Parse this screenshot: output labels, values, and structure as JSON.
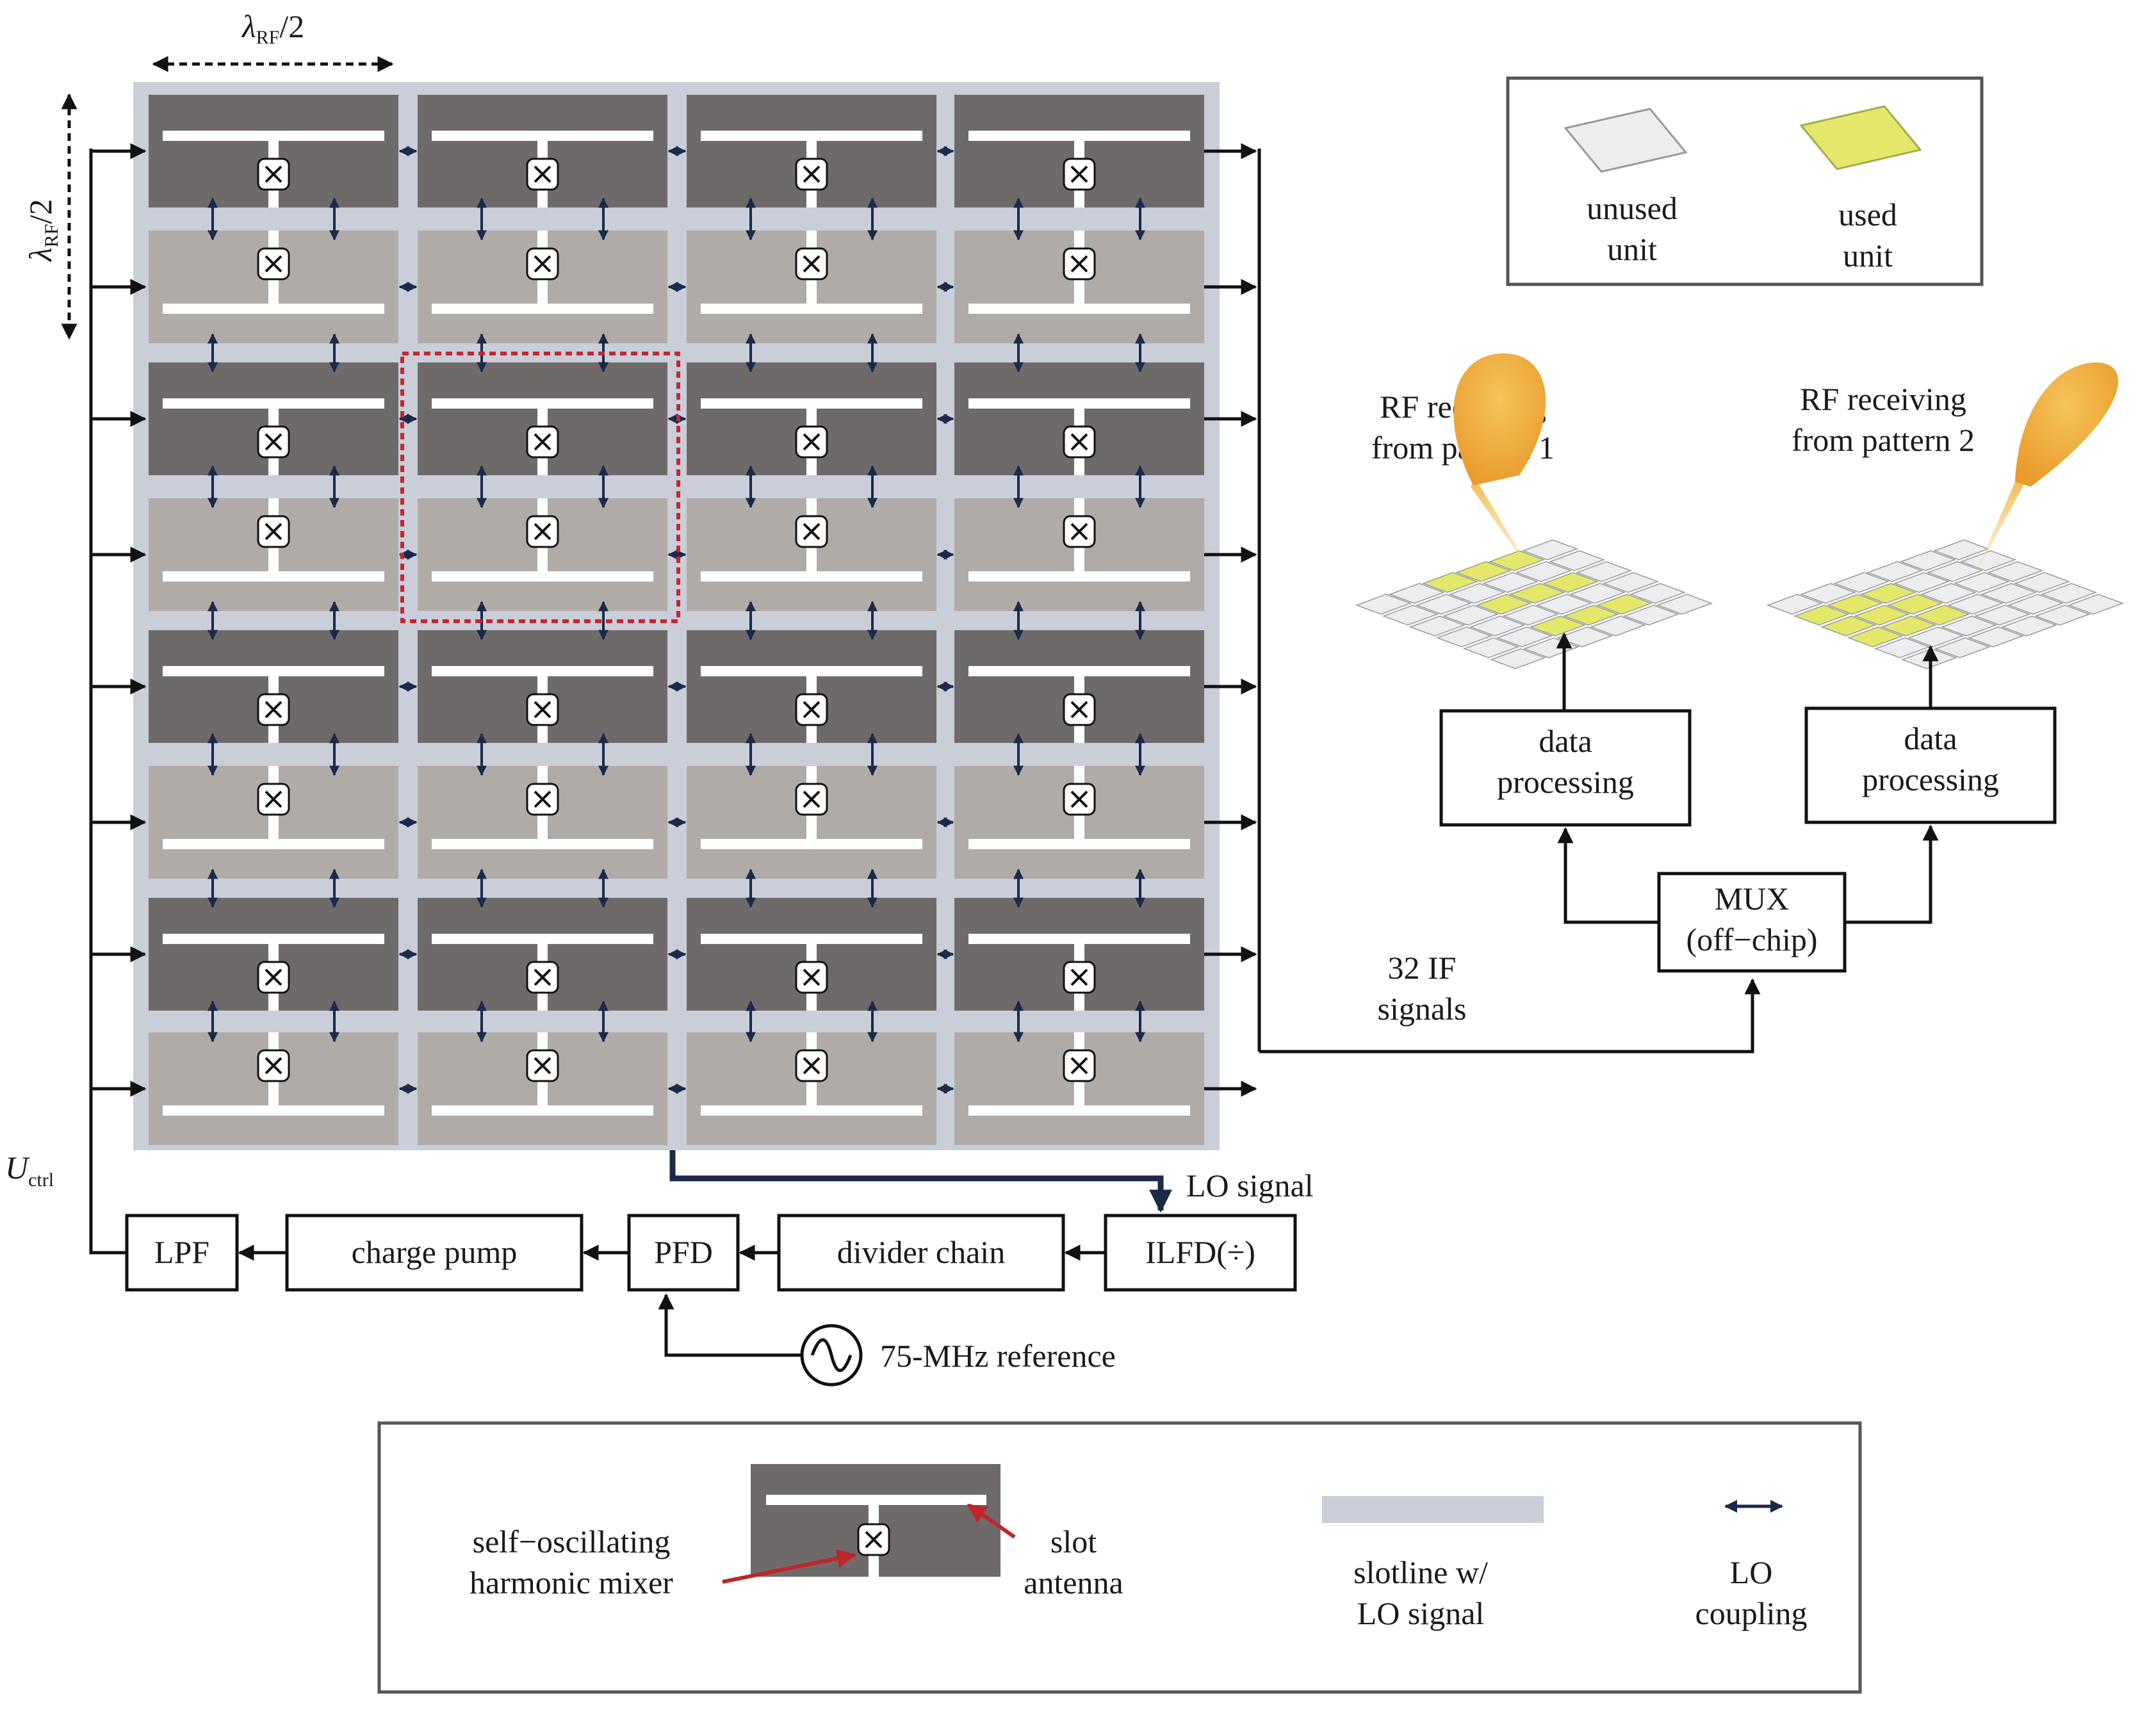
{
  "colors": {
    "background": "#ffffff",
    "substrate": "#c9ced8",
    "antenna_dark": "#6f6a6a",
    "antenna_light": "#b1aba8",
    "slot": "#ffffff",
    "arrow": "#1b2a4a",
    "highlight": "#c4262e",
    "used_unit": "#e4e86a",
    "unused_unit": "#ecedef",
    "beam": "#f0b040",
    "pointer": "#c0252a"
  },
  "dimensions": {
    "lambda_symbol": "λ",
    "lambda_subscript": "RF",
    "lambda_suffix": "/2"
  },
  "control_voltage": {
    "symbol": "U",
    "subscript": "ctrl"
  },
  "pll": {
    "lpf": "LPF",
    "charge_pump": "charge pump",
    "pfd": "PFD",
    "divider_chain": "divider chain",
    "ilfd": "ILFD(÷)",
    "lo_signal": "LO signal",
    "reference": "75-MHz reference"
  },
  "legend_units": {
    "unused": [
      "unused",
      "unit"
    ],
    "used": [
      "used",
      "unit"
    ]
  },
  "patterns": [
    {
      "caption": [
        "RF receiving",
        "from pattern 1"
      ],
      "processing": [
        "data",
        "processing"
      ],
      "used_rows": [
        0,
        2,
        4
      ],
      "used_cols": [
        2,
        3,
        4
      ]
    },
    {
      "caption": [
        "RF receiving",
        "from pattern 2"
      ],
      "processing": [
        "data",
        "processing"
      ],
      "used_rows": [
        1,
        2,
        3
      ],
      "used_cols": [
        0,
        1,
        2
      ]
    }
  ],
  "mux": [
    "MUX",
    "(off−chip)"
  ],
  "if_signals": [
    "32 IF",
    "signals"
  ],
  "bottom_legend": {
    "mixer": [
      "self−oscillating",
      "harmonic mixer"
    ],
    "slot_antenna": [
      "slot",
      "antenna"
    ],
    "slotline": [
      "slotline w/",
      "LO signal"
    ],
    "lo_coupling": [
      "LO",
      "coupling"
    ]
  }
}
